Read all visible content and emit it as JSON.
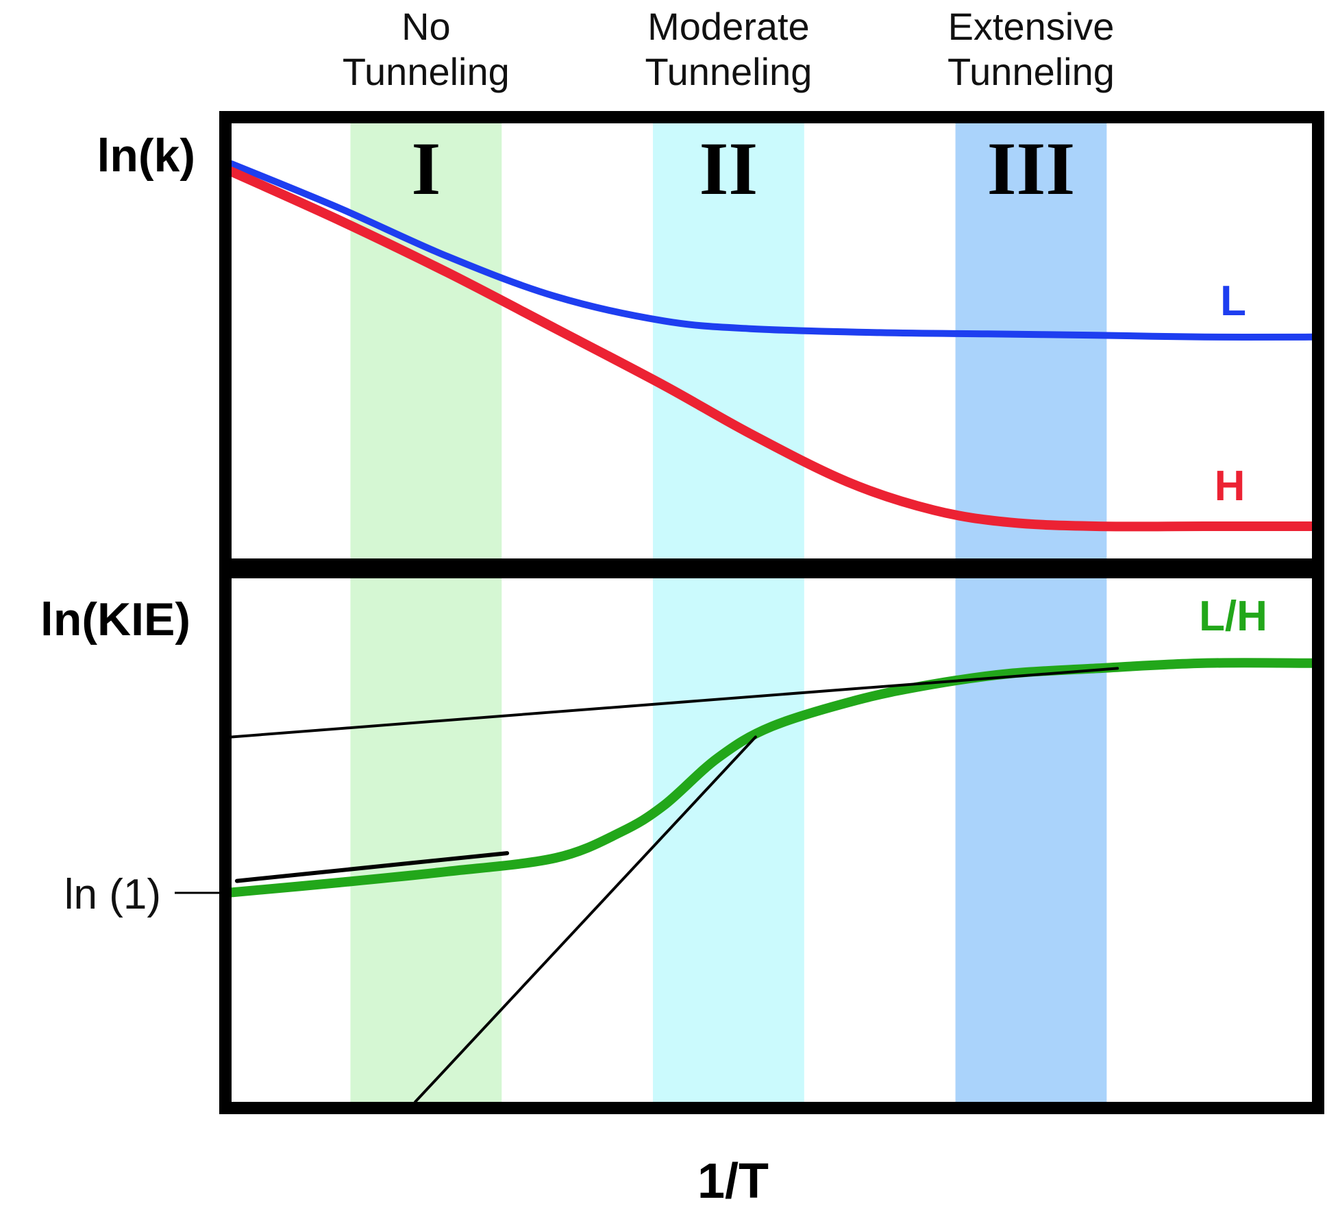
{
  "chart_data": [
    {
      "type": "line",
      "panel": "top",
      "title": "",
      "xlabel": "",
      "ylabel": "ln(k)",
      "xlim": [
        0,
        100
      ],
      "ylim": [
        0,
        100
      ],
      "regions": [
        {
          "numeral": "I",
          "heading": [
            "No",
            "Tunneling"
          ],
          "x": [
            11,
            25
          ],
          "color": "#d5f7d3"
        },
        {
          "numeral": "II",
          "heading": [
            "Moderate",
            "Tunneling"
          ],
          "x": [
            39,
            53
          ],
          "color": "#cbfafd"
        },
        {
          "numeral": "III",
          "heading": [
            "Extensive",
            "Tunneling"
          ],
          "x": [
            67,
            81
          ],
          "color": "#aad3fb"
        }
      ],
      "series": [
        {
          "name": "L",
          "color": "#1e3ef0",
          "x": [
            0,
            10,
            20,
            30,
            40,
            48,
            60,
            70,
            80,
            90,
            100
          ],
          "y": [
            90.7,
            80.5,
            69.4,
            60.2,
            54.6,
            52.8,
            51.9,
            51.6,
            51.3,
            50.9,
            50.9
          ]
        },
        {
          "name": "H",
          "color": "#ec2233",
          "x": [
            0,
            10,
            20,
            30,
            40,
            48,
            57,
            65,
            72,
            80,
            90,
            100
          ],
          "y": [
            88.9,
            77.7,
            65.7,
            52.8,
            39.8,
            28.7,
            17.6,
            11.1,
            8.3,
            7.4,
            7.4,
            7.4
          ]
        }
      ]
    },
    {
      "type": "line",
      "panel": "bottom",
      "title": "",
      "xlabel": "1/T",
      "ylabel": "ln(KIE)",
      "xlim": [
        0,
        100
      ],
      "ylim": [
        0,
        100
      ],
      "ytick": {
        "label": "ln (1)",
        "y": 40
      },
      "series": [
        {
          "name": "L/H",
          "color": "#22a71a",
          "x": [
            0,
            10,
            20,
            30,
            36,
            40,
            45,
            50,
            58,
            65,
            72,
            80,
            90,
            100
          ],
          "y": [
            40,
            41.9,
            44,
            46.6,
            51.5,
            56.6,
            65.7,
            71.7,
            76.8,
            79.8,
            81.8,
            82.8,
            83.8,
            83.8
          ]
        }
      ],
      "reference_lines": [
        {
          "x": [
            0,
            82
          ],
          "y": [
            69.7,
            82.8
          ],
          "color": "#000000"
        },
        {
          "x": [
            0.5,
            25.5
          ],
          "y": [
            42.2,
            47.5
          ],
          "color": "#000000"
        },
        {
          "x": [
            17,
            48.5
          ],
          "y": [
            0,
            69.7
          ],
          "color": "#000000"
        }
      ]
    }
  ]
}
